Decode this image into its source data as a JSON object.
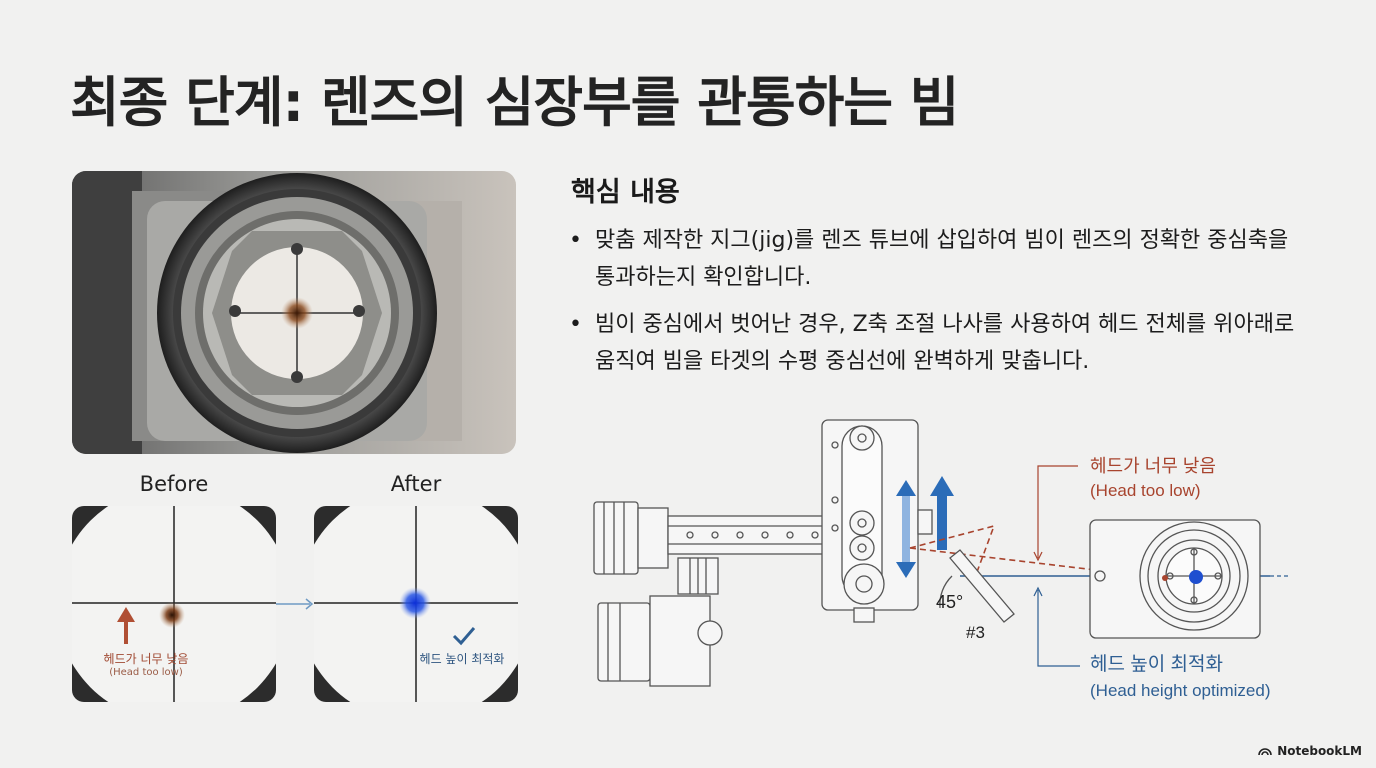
{
  "title": "최종 단계: 렌즈의 심장부를 관통하는 빔",
  "comparison": {
    "before_label": "Before",
    "after_label": "After",
    "before_caption": "헤드가 너무 낮음",
    "before_caption_en": "(Head too low)",
    "after_caption": "헤드 높이 최적화"
  },
  "key_content": {
    "heading": "핵심 내용",
    "bullets": [
      "맞춤 제작한 지그(jig)를 렌즈 튜브에 삽입하여 빔이 렌즈의 정확한 중심축을 통과하는지 확인합니다.",
      "빔이 중심에서 벗어난 경우, Z축 조절 나사를 사용하여 헤드 전체를 위아래로 움직여 빔을 타겟의 수평 중심선에 완벽하게 맞춥니다."
    ]
  },
  "diagram": {
    "angle_label": "45°",
    "mirror_label": "#3",
    "low_label": "헤드가 너무 낮음",
    "low_label_en": "(Head too low)",
    "optimized_label": "헤드 높이 최적화",
    "optimized_label_en": "(Head height optimized)"
  },
  "footer": {
    "brand": "NotebookLM"
  },
  "colors": {
    "blue_arrow": "#2b6cb8",
    "red_annotation": "#a8442e",
    "blue_annotation": "#2f5f93",
    "beam_blue": "#1f4fd0",
    "burn_brown": "#7a3a14"
  }
}
